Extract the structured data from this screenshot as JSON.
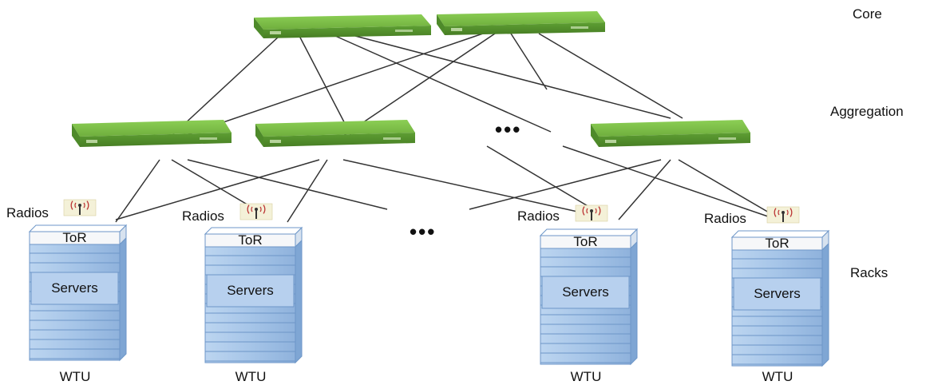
{
  "tiers": {
    "core": "Core",
    "aggregation": "Aggregation",
    "racks": "Racks"
  },
  "rack_labels": {
    "radios": "Radios",
    "tor": "ToR",
    "servers": "Servers",
    "wtu": "WTU"
  },
  "ellipsis": "•••",
  "icons": {
    "switch": "network-switch-icon",
    "radio": "wireless-antenna-icon"
  },
  "colors": {
    "switch_top": "#7fbf4a",
    "switch_front": "#5a9a30",
    "rack_fill": "#a9c8ea",
    "rack_edge": "#6d96c8",
    "tor_fill": "#f3f5f8",
    "link": "#333333"
  }
}
